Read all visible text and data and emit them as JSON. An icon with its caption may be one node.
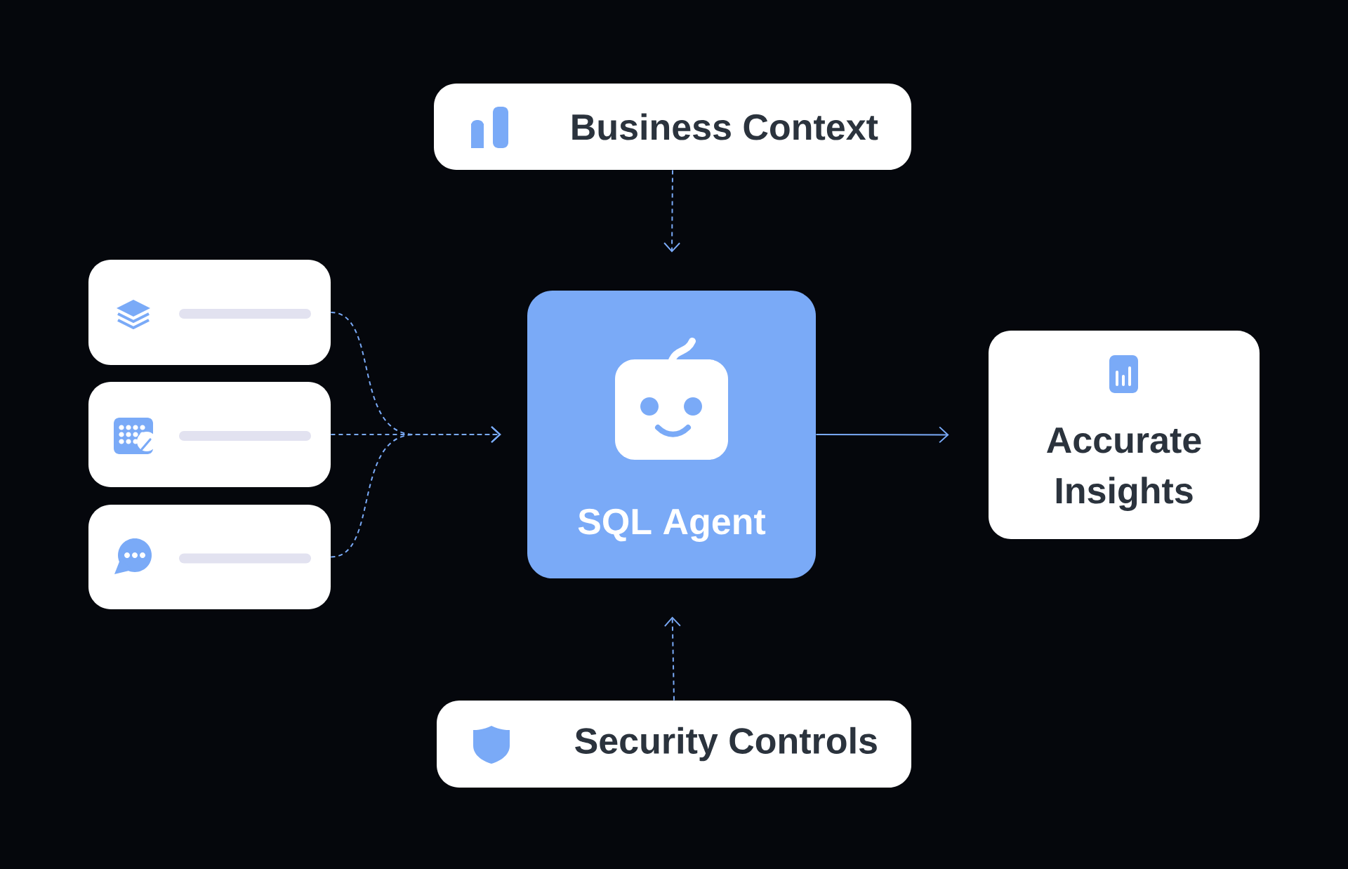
{
  "diagram": {
    "nodes": [
      {
        "text": [
          "Business Context"
        ]
      },
      {
        "text": [],
        "shape": "box"
      },
      {
        "text": [],
        "shape": "box"
      },
      {
        "text": [],
        "shape": "box"
      },
      {
        "text": [
          "SQL Agent"
        ]
      },
      {
        "text": [
          "Accurate Insights"
        ]
      },
      {
        "text": [
          "Security Controls"
        ]
      }
    ],
    "edges": [
      {
        "from": 0,
        "to": 4,
        "arrow": "to",
        "style": "dashed"
      },
      {
        "from": 1,
        "to": 4,
        "arrow": "to",
        "style": "dashed"
      },
      {
        "from": 2,
        "to": 4,
        "arrow": "to",
        "style": "dashed"
      },
      {
        "from": 3,
        "to": 4,
        "arrow": "to",
        "style": "dashed"
      },
      {
        "from": 6,
        "to": 4,
        "arrow": "to",
        "style": "dashed"
      },
      {
        "from": 4,
        "to": 5,
        "arrow": "to"
      }
    ]
  }
}
